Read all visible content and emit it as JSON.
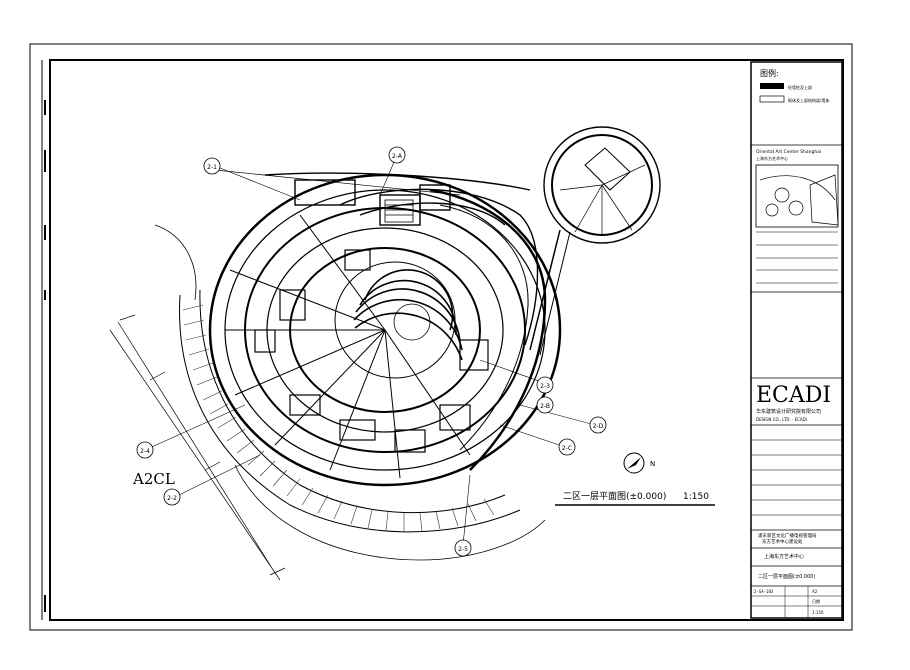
{
  "drawing": {
    "zone_label": "A2CL",
    "plan_title": "二区一层平面图(±0.000)",
    "plan_scale": "1:150"
  },
  "grid_bubbles": [
    "2-1",
    "2-A",
    "2-3",
    "2-4",
    "2-C",
    "2-D",
    "2-B",
    "2-5",
    "2-2"
  ],
  "north": {
    "label": "N"
  },
  "title_block": {
    "legend_title": "图例:",
    "legend_item1": "砼墙柱及上部",
    "legend_item2": "砌体及上部结构梁/墙体",
    "project_header": "Oriental Art Center Shanghai",
    "project_name_small": "上海东方艺术中心",
    "company_logo": "ECADI",
    "company_name": "华东建筑设计研究院有限公司",
    "company_code": "DESIGN CO., LTD. · ECADI",
    "client": "浦东新区文化广播电视管理局",
    "client2": "东方艺术中心建设处",
    "project": "上海东方艺术中心",
    "sheet_title": "二区一层平面图(±0.000)",
    "sheet_no": "2-GA-103",
    "rev": "A2",
    "date_label": "日期",
    "scale_label": "1:150"
  },
  "colors": {
    "line": "#000000",
    "paper": "#ffffff",
    "hatch": "#333333"
  }
}
